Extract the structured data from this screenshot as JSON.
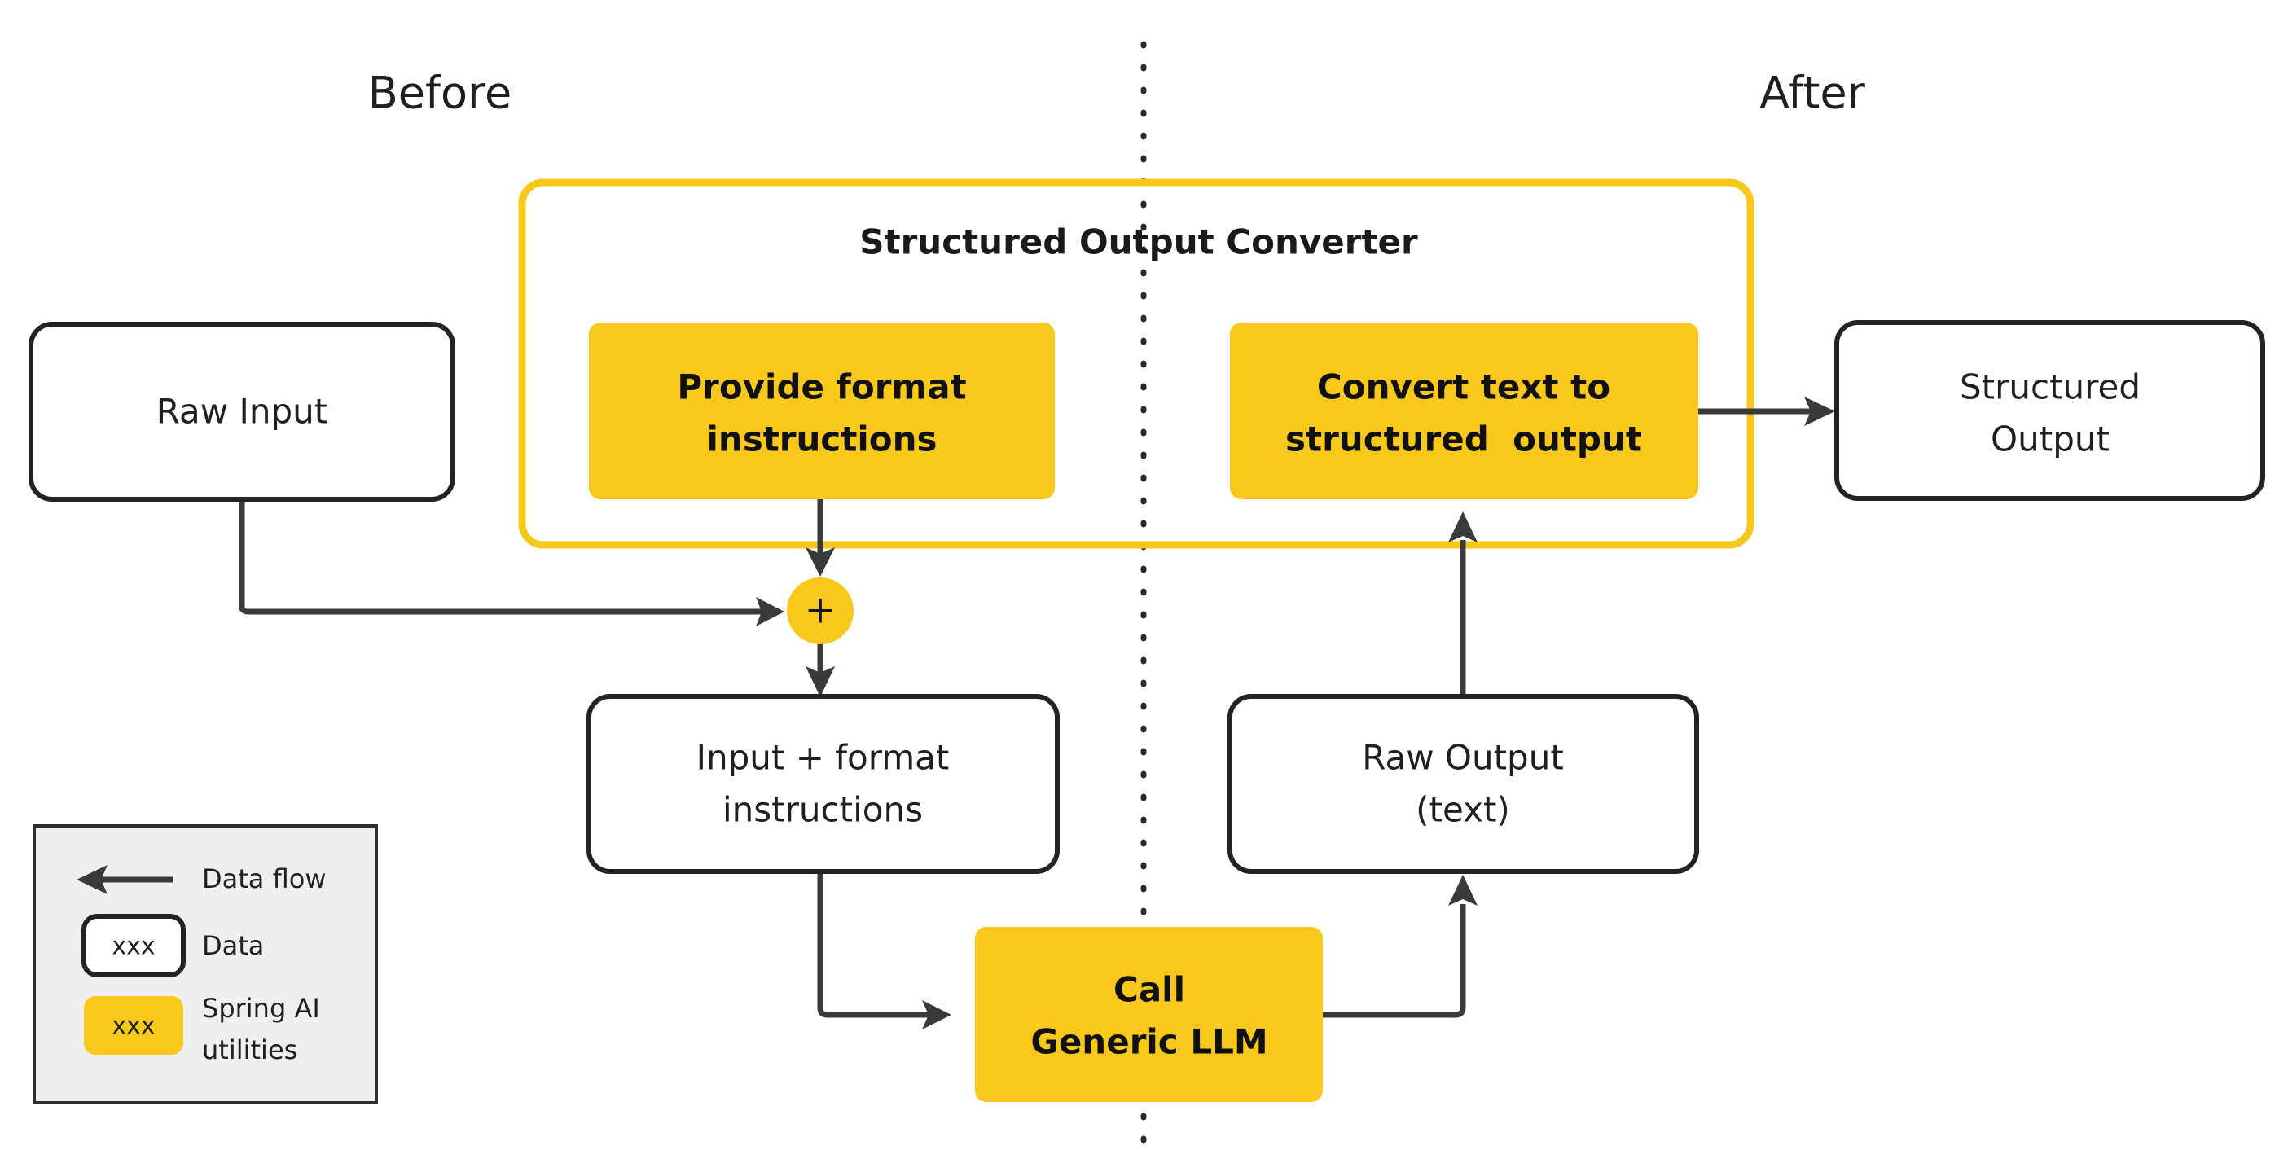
{
  "sections": {
    "before_label": "Before",
    "after_label": "After"
  },
  "group": {
    "title": "Structured Output Converter"
  },
  "nodes": {
    "raw_input": {
      "label": "Raw Input",
      "kind": "data"
    },
    "provide_format": {
      "line1": "Provide format",
      "line2": "instructions",
      "kind": "utility"
    },
    "convert_text": {
      "line1": "Convert text to",
      "line2": "structured  output",
      "kind": "utility"
    },
    "structured_output": {
      "line1": "Structured",
      "line2": "Output",
      "kind": "data"
    },
    "merge": {
      "label": "+",
      "kind": "utility"
    },
    "input_plus_format": {
      "line1": "Input + format",
      "line2": "instructions",
      "kind": "data"
    },
    "raw_output": {
      "line1": "Raw Output",
      "line2": "(text)",
      "kind": "data"
    },
    "call_llm": {
      "line1": "Call",
      "line2": "Generic LLM",
      "kind": "utility"
    }
  },
  "legend": {
    "items": [
      {
        "label": "Data flow",
        "swatch": "arrow",
        "swatch_text": ""
      },
      {
        "label": "Data",
        "swatch": "white-box",
        "swatch_text": "xxx"
      },
      {
        "label": "Spring AI\nutilities",
        "swatch": "yellow-box",
        "swatch_text": "xxx"
      }
    ],
    "item1_label": "Data flow",
    "item2_label": "Data",
    "item2_swatch_text": "xxx",
    "item3_label_line1": "Spring AI",
    "item3_label_line2": "utilities",
    "item3_swatch_text": "xxx"
  },
  "colors": {
    "spring_yellow": "#F9C81D",
    "group_border": "#F7C81C",
    "data_stroke": "#232323",
    "flow_stroke": "#3a3a3a",
    "legend_bg": "#efefef",
    "background": "#ffffff"
  }
}
